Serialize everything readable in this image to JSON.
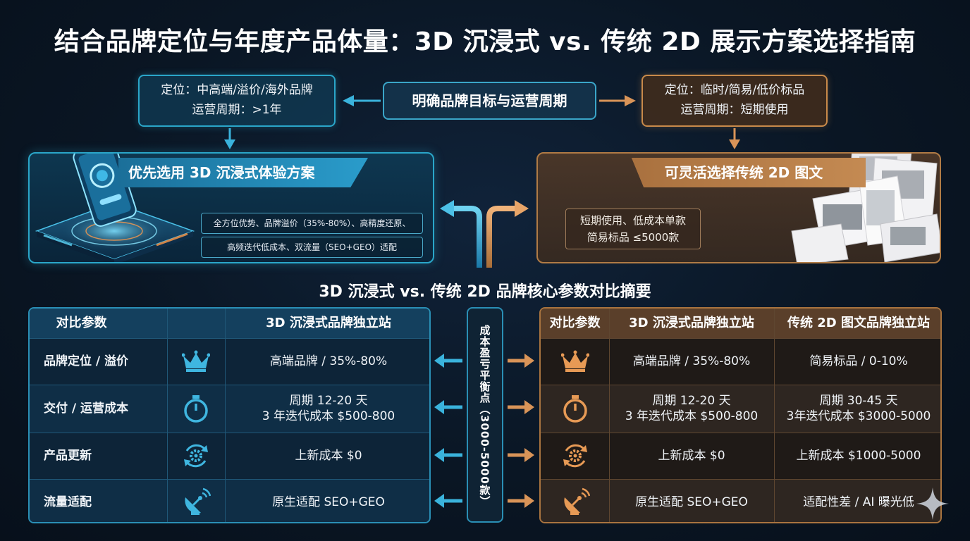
{
  "title": "结合品牌定位与年度产品体量：3D 沉浸式 vs. 传统 2D 展示方案选择指南",
  "goal": "明确品牌目标与运营周期",
  "left_position": {
    "line1": "定位：中高端/溢价/海外品牌",
    "line2": "运营周期：>1年"
  },
  "right_position": {
    "line1": "定位：临时/简易/低价标品",
    "line2": "运营周期：短期使用"
  },
  "panel_3d": {
    "label": "优先选用 3D 沉浸式体验方案",
    "note1": "全方位优势、品牌溢价（35%-80%）、高精度还原、",
    "note2": "高频迭代低成本、双流量（SEO+GEO）适配"
  },
  "panel_2d": {
    "label": "可灵活选择传统 2D 图文",
    "note_line1": "短期使用、低成本单款",
    "note_line2": "简易标品 ≤5000款"
  },
  "comparison_title": "3D 沉浸式 vs. 传统 2D 品牌核心参数对比摘要",
  "breakeven_label": "成本盈亏平衡点（3000-5000款）",
  "left_table": {
    "headers": [
      "对比参数",
      "3D 沉浸式品牌独立站"
    ],
    "rows": [
      {
        "param": "品牌定位 / 溢价",
        "icon": "crown-icon",
        "value": "高端品牌 / 35%-80%"
      },
      {
        "param": "交付 / 运营成本",
        "icon": "stopwatch-icon",
        "value_line1": "周期 12-20 天",
        "value_line2": "3 年迭代成本 $500-800"
      },
      {
        "param": "产品更新",
        "icon": "gear-refresh-icon",
        "value": "上新成本 $0"
      },
      {
        "param": "流量适配",
        "icon": "satellite-dish-icon",
        "value": "原生适配 SEO+GEO"
      }
    ]
  },
  "right_table": {
    "headers": [
      "对比参数",
      "3D 沉浸式品牌独立站",
      "传统 2D 图文品牌独立站"
    ],
    "rows": [
      {
        "icon": "crown-icon",
        "col3d": "高端品牌 / 35%-80%",
        "col2d": "简易标品 / 0-10%"
      },
      {
        "icon": "stopwatch-icon",
        "col3d_line1": "周期 12-20 天",
        "col3d_line2": "3 年迭代成本 $500-800",
        "col2d_line1": "周期 30-45 天",
        "col2d_line2": "3年迭代成本 $3000-5000"
      },
      {
        "icon": "gear-refresh-icon",
        "col3d": "上新成本 $0",
        "col2d": "上新成本 $1000-5000"
      },
      {
        "icon": "satellite-dish-icon",
        "col3d": "原生适配 SEO+GEO",
        "col2d": "适配性差 / AI 曝光低"
      }
    ]
  },
  "colors": {
    "blue_accent": "#2aa6c9",
    "orange_accent": "#c98a4a",
    "background": "#0a1624"
  }
}
